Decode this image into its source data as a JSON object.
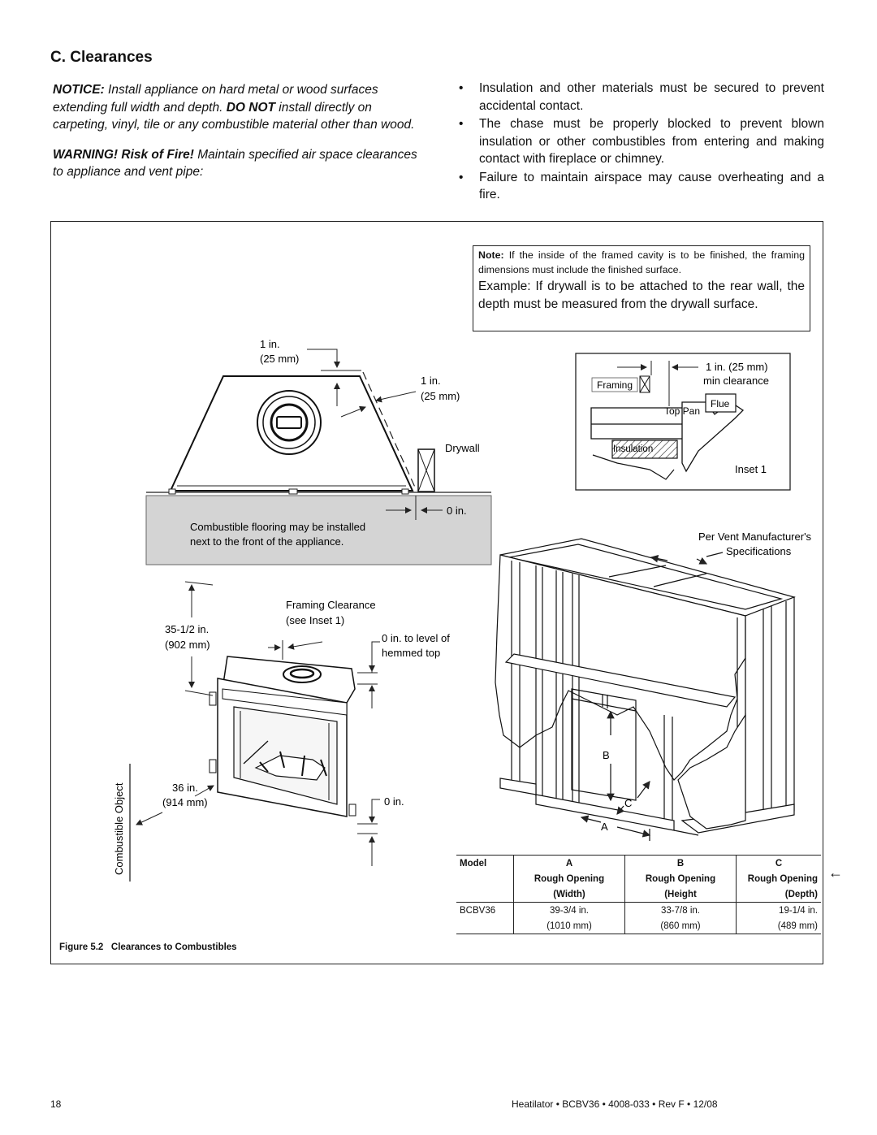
{
  "section": {
    "title": "C. Clearances"
  },
  "left": {
    "notice_label": "NOTICE:",
    "notice_text_1": " Install appliance on hard metal or wood surfaces extending full width and depth. ",
    "notice_do_not": "DO NOT",
    "notice_text_2": " install directly on carpeting, vinyl, tile or any combustible material other than wood.",
    "warning_label": "WARNING! Risk of Fire!",
    "warning_text": " Maintain specified air space clearances to appliance and vent pipe:"
  },
  "bullets": [
    "Insulation and other materials must be secured to prevent accidental contact.",
    "The chase must be properly blocked to prevent blown insulation or other combustibles from entering and making contact with fireplace or chimney.",
    "Failure to maintain airspace may cause overheating and a fire."
  ],
  "bullet_char": "•",
  "note": {
    "label": "Note:",
    "text": " If the inside of the framed cavity is to be finished, the framing dimensions must include the finished surface.",
    "example": "Example: If drywall is to be attached to the rear wall, the depth must be measured from the drywall surface."
  },
  "top_view": {
    "top_clear_1": "1 in.",
    "top_clear_2": "(25 mm)",
    "side_clear_1": "1 in.",
    "side_clear_2": "(25 mm)",
    "drywall": "Drywall",
    "zero_in": "0 in.",
    "floor_note_1": "Combustible flooring may be installed",
    "floor_note_2": "next to the front of the appliance."
  },
  "inset": {
    "clear_1": "1 in. (25 mm)",
    "clear_2": "min clearance",
    "framing": "Framing",
    "flue": "Flue",
    "top_pan": "Top Pan",
    "insulation": "Insulation",
    "title": "Inset 1"
  },
  "front_view": {
    "framing_clear_1": "Framing Clearance",
    "framing_clear_2": "(see Inset 1)",
    "height_1": "35-1/2 in.",
    "height_2": "(902 mm)",
    "hem_1": "0 in. to level of",
    "hem_2": "hemmed top",
    "side_1": "36 in.",
    "side_2": "(914 mm)",
    "bottom_zero": "0 in.",
    "combustible": "Combustible Object"
  },
  "chase": {
    "vent_1": "Per Vent Manufacturer's",
    "vent_2": "Specifications",
    "label_a": "A",
    "label_b": "B",
    "label_c": "C"
  },
  "table": {
    "headers": [
      "Model",
      "A",
      "B",
      "C"
    ],
    "sub1": [
      "",
      "Rough Opening",
      "Rough Opening",
      "Rough Opening"
    ],
    "sub2": [
      "",
      "(Width)",
      "(Height",
      "(Depth)"
    ],
    "row_in": [
      "BCBV36",
      "39-3/4 in.",
      "33-7/8 in.",
      "19-1/4 in."
    ],
    "row_mm": [
      "",
      "(1010 mm)",
      "(860 mm)",
      "(489 mm)"
    ],
    "arrow": "←"
  },
  "caption": {
    "fig": "Figure 5.2",
    "title": "Clearances to Combustibles"
  },
  "footer": {
    "page": "18",
    "doc": "Heatilator  •  BCBV36  •  4008-033 • Rev F  •  12/08"
  }
}
